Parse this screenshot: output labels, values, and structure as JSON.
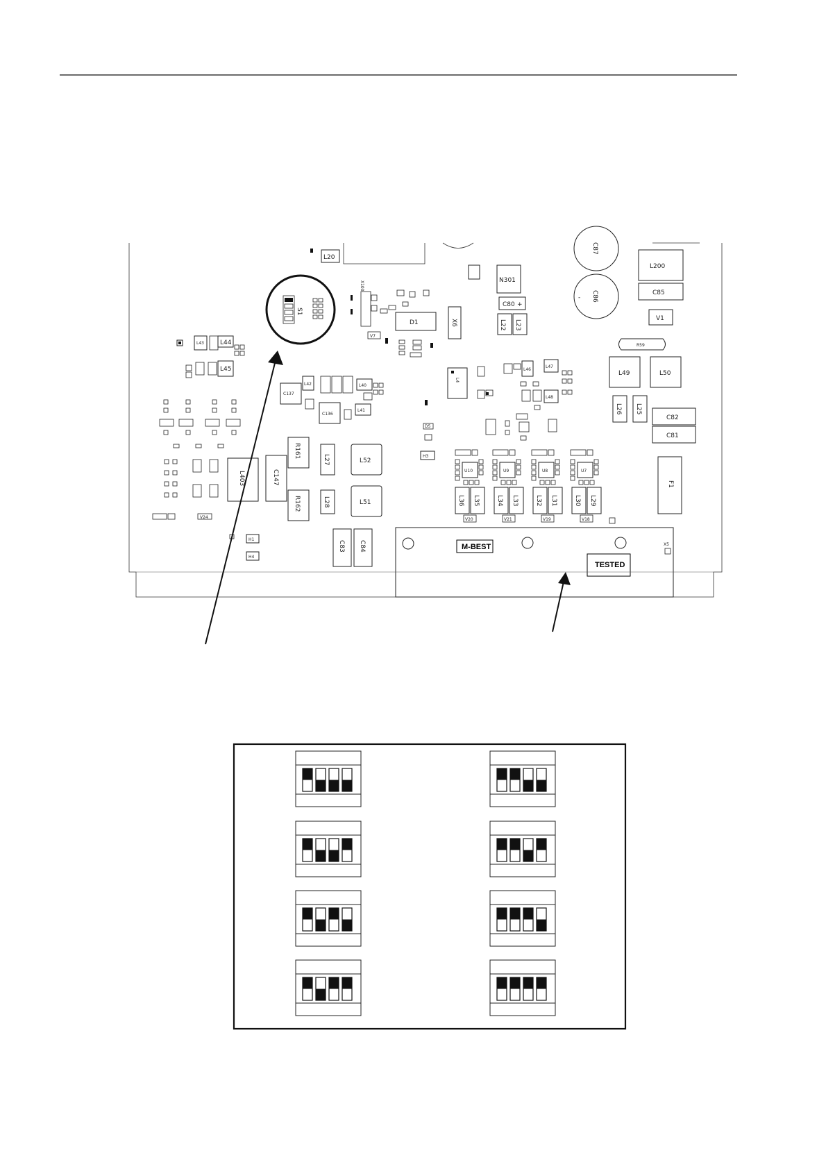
{
  "board": {
    "labels": {
      "s1": "S1",
      "l20": "L20",
      "l200": "L200",
      "c85": "C85",
      "c87": "C87",
      "c86": "C86",
      "n301": "N301",
      "c80": "C80",
      "d1": "D1",
      "x6": "X6",
      "l22": "L22",
      "l23": "L23",
      "v1": "V1",
      "r59": "R59",
      "l49": "L49",
      "l50": "L50",
      "l26": "L26",
      "l25": "L25",
      "c82": "C82",
      "c81": "C81",
      "f1": "F1",
      "l44": "L44",
      "l43": "L43",
      "l45": "L45",
      "c137": "C137",
      "l42": "L42",
      "c136": "C136",
      "l40": "L40",
      "l41": "L41",
      "l4": "L4",
      "l46": "L46",
      "l47": "L47",
      "l48": "L48",
      "r161": "R161",
      "c147": "C147",
      "r162": "R162",
      "l27": "L27",
      "l28": "L28",
      "l52": "L52",
      "l51": "L51",
      "l403": "L403",
      "h1": "H1",
      "h4": "H4",
      "h3": "H3",
      "c83": "C83",
      "c84": "C84",
      "u10": "U10",
      "u9": "U9",
      "u8": "U8",
      "u7": "U7",
      "l36": "L36",
      "l35": "L35",
      "l34": "L34",
      "l33": "L33",
      "l32": "L32",
      "l31": "L31",
      "l30": "L30",
      "l29": "L29",
      "x5": "X5",
      "x100": "X100",
      "v7": "V7",
      "d5": "D5",
      "v20": "V20",
      "v21": "V21",
      "v19": "V19",
      "v18": "V18",
      "v24": "V24"
    },
    "stamps": {
      "mbest": "M-BEST",
      "tested": "TESTED"
    }
  },
  "dip_switch_settings": [
    [
      "up",
      "down",
      "down",
      "down"
    ],
    [
      "up",
      "up",
      "down",
      "down"
    ],
    [
      "up",
      "down",
      "down",
      "up"
    ],
    [
      "up",
      "up",
      "down",
      "up"
    ],
    [
      "up",
      "down",
      "up",
      "down"
    ],
    [
      "up",
      "up",
      "up",
      "down"
    ],
    [
      "up",
      "down",
      "up",
      "up"
    ],
    [
      "up",
      "up",
      "up",
      "up"
    ]
  ]
}
